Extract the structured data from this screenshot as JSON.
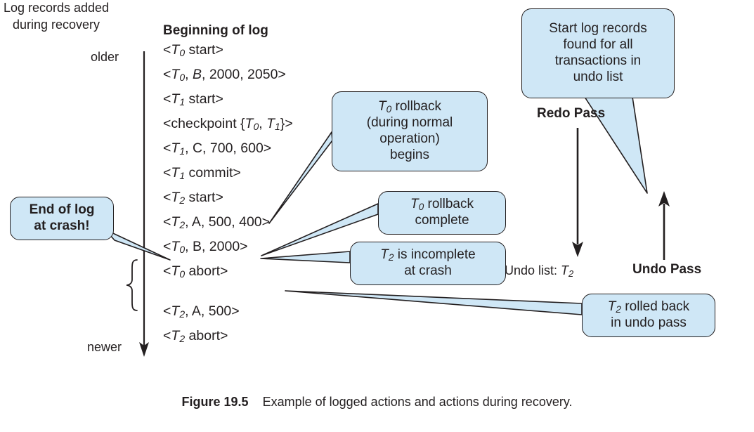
{
  "figure": {
    "caption_label": "Figure 19.5",
    "caption_text": "Example of logged actions and actions during recovery."
  },
  "timeline": {
    "older_label": "older",
    "newer_label": "newer",
    "recovery_bracket_label": "Log records added during recovery",
    "direction": "older-to-newer-downward"
  },
  "log": {
    "heading": "Beginning of log",
    "entries": [
      {
        "text": "<T0 start>",
        "parts": [
          "<",
          "T",
          "0",
          " start>"
        ]
      },
      {
        "text": "<T0, B, 2000, 2050>",
        "parts": [
          "<",
          "T",
          "0",
          ", B, 2000, 2050>"
        ]
      },
      {
        "text": "<T1 start>",
        "parts": [
          "<",
          "T",
          "1",
          " start>"
        ]
      },
      {
        "text": "<checkpoint {T0, T1}>",
        "parts": [
          "<checkpoint {",
          "T",
          "0",
          ", ",
          "T",
          "1",
          "}>"
        ]
      },
      {
        "text": "<T1, C, 700, 600>",
        "parts": [
          "<",
          "T",
          "1",
          ", C, 700, 600>"
        ]
      },
      {
        "text": "<T1 commit>",
        "parts": [
          "<",
          "T",
          "1",
          " commit>"
        ]
      },
      {
        "text": "<T2 start>",
        "parts": [
          "<",
          "T",
          "2",
          " start>"
        ]
      },
      {
        "text": "<T2, A, 500, 400>",
        "parts": [
          "<",
          "T",
          "2",
          ", A, 500, 400>"
        ]
      },
      {
        "text": "<T0, B, 2000>",
        "parts": [
          "<",
          "T",
          "0",
          ", B, 2000>"
        ]
      },
      {
        "text": "<T0 abort>",
        "parts": [
          "<",
          "T",
          "0",
          " abort>"
        ]
      },
      {
        "text": "<T2, A, 500>",
        "parts": [
          "<",
          "T",
          "2",
          ", A, 500>"
        ]
      },
      {
        "text": "<T2 abort>",
        "parts": [
          "<",
          "T",
          "2",
          " abort>"
        ]
      }
    ]
  },
  "callouts": {
    "rollback_begin": {
      "line1": "T0 rollback",
      "line2": "(during normal",
      "line3": "operation)",
      "line4": "begins"
    },
    "rollback_complete": {
      "line1": "T0 rollback",
      "line2": "complete"
    },
    "t2_incomplete": {
      "line1": "T2 is incomplete",
      "line2": "at crash"
    },
    "end_of_log": {
      "line1": "End of log",
      "line2": "at crash!"
    },
    "start_records": {
      "line1": "Start log records",
      "line2": "found for all",
      "line3": "transactions in",
      "line4": "undo list"
    },
    "t2_rolled_back": {
      "line1": "T2 rolled back",
      "line2": "in undo pass"
    }
  },
  "recovery": {
    "redo_pass_label": "Redo Pass",
    "undo_pass_label": "Undo Pass",
    "undo_list_label": "Undo list:",
    "undo_list_value": "T2"
  },
  "colors": {
    "bubble_fill": "#cfe7f6",
    "stroke": "#231f20",
    "background": "#ffffff"
  }
}
